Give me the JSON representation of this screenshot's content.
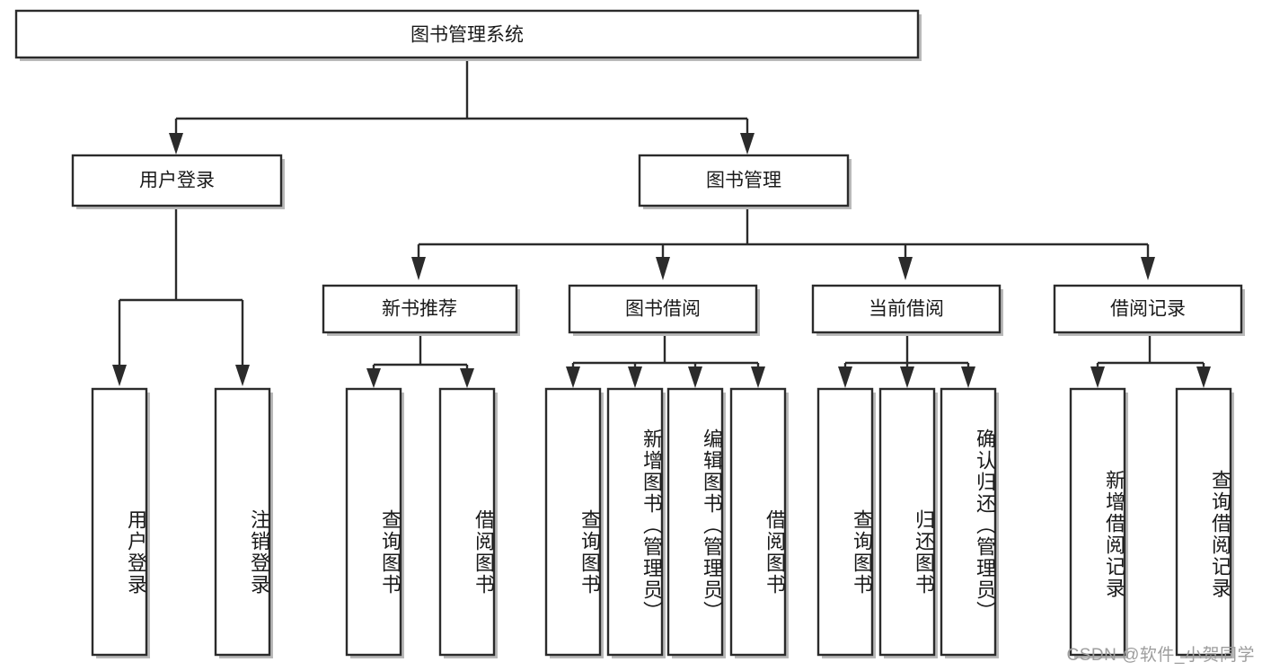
{
  "diagram": {
    "type": "tree-hierarchy-flowchart",
    "title": "图书管理系统",
    "orientation": "top-down",
    "theme": {
      "background": "#ffffff",
      "box_fill": "#ffffff",
      "box_stroke": "#2b2b2b",
      "shadow": "#b9b9b9",
      "text": "#1a1a1a",
      "watermark_text": "#9d9d9d"
    }
  },
  "root": {
    "id": "root",
    "label": "图书管理系统"
  },
  "level2": [
    {
      "id": "user-login",
      "label": "用户登录"
    },
    {
      "id": "book-manage",
      "label": "图书管理"
    }
  ],
  "level3": [
    {
      "id": "new-book-rec",
      "label": "新书推荐",
      "parent": "book-manage"
    },
    {
      "id": "book-borrow",
      "label": "图书借阅",
      "parent": "book-manage"
    },
    {
      "id": "current-borrow",
      "label": "当前借阅",
      "parent": "book-manage"
    },
    {
      "id": "borrow-record",
      "label": "借阅记录",
      "parent": "book-manage"
    }
  ],
  "leaves": [
    {
      "id": "leaf-user-login",
      "label": "用户登录",
      "parent": "user-login"
    },
    {
      "id": "leaf-logout",
      "label": "注销登录",
      "parent": "user-login"
    },
    {
      "id": "leaf-query-book-1",
      "label": "查询图书",
      "parent": "new-book-rec"
    },
    {
      "id": "leaf-borrow-book-1",
      "label": "借阅图书",
      "parent": "new-book-rec"
    },
    {
      "id": "leaf-query-book-2",
      "label": "查询图书",
      "parent": "book-borrow"
    },
    {
      "id": "leaf-add-book",
      "label": "新增图书（管理员）",
      "parent": "book-borrow"
    },
    {
      "id": "leaf-edit-book",
      "label": "编辑图书（管理员）",
      "parent": "book-borrow"
    },
    {
      "id": "leaf-borrow-book-2",
      "label": "借阅图书",
      "parent": "book-borrow"
    },
    {
      "id": "leaf-query-book-3",
      "label": "查询图书",
      "parent": "current-borrow"
    },
    {
      "id": "leaf-return-book",
      "label": "归还图书",
      "parent": "current-borrow"
    },
    {
      "id": "leaf-confirm-return",
      "label": "确认归还（管理员）",
      "parent": "current-borrow"
    },
    {
      "id": "leaf-add-record",
      "label": "新增借阅记录",
      "parent": "borrow-record"
    },
    {
      "id": "leaf-query-record",
      "label": "查询借阅记录",
      "parent": "borrow-record"
    }
  ],
  "watermark": {
    "text": "CSDN @软件_小贺同学"
  }
}
